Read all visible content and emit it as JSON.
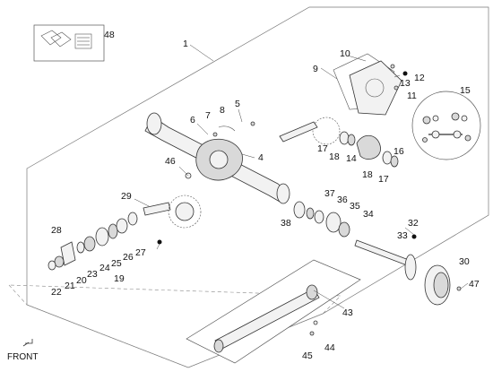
{
  "labels": {
    "l1": "1",
    "l4": "4",
    "l5": "5",
    "l6": "6",
    "l7": "7",
    "l8": "8",
    "l9": "9",
    "l10": "10",
    "l11": "11",
    "l12": "12",
    "l13": "13",
    "l14": "14",
    "l15": "15",
    "l16": "16",
    "l17a": "17",
    "l17b": "17",
    "l18a": "18",
    "l18b": "18",
    "l19": "19",
    "l20": "20",
    "l21": "21",
    "l22": "22",
    "l23": "23",
    "l24": "24",
    "l25": "25",
    "l26": "26",
    "l27": "27",
    "l28": "28",
    "l29": "29",
    "l30": "30",
    "l32": "32",
    "l33": "33",
    "l34": "34",
    "l35": "35",
    "l36": "36",
    "l37": "37",
    "l38": "38",
    "l43": "43",
    "l44": "44",
    "l45": "45",
    "l46": "46",
    "l47": "47",
    "l48": "48"
  },
  "front_label": "FRONT"
}
